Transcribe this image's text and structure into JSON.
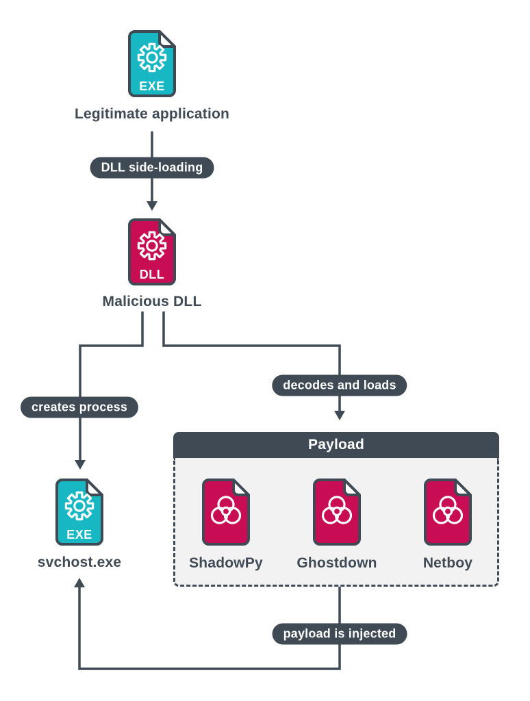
{
  "diagram": {
    "title_semantics": "DLL side-loading attack flow",
    "colors": {
      "slate": "#3F4A54",
      "teal": "#17B8C3",
      "crimson": "#C90D55",
      "payload_body_bg": "#F2F2F2",
      "background": "#FFFFFF",
      "icon_glyph": "#FFFFFF"
    },
    "nodes": {
      "legit_app": {
        "label": "Legitimate application",
        "badge": "EXE",
        "icon": "exe-file-gear-icon"
      },
      "malicious_dll": {
        "label": "Malicious DLL",
        "badge": "DLL",
        "icon": "dll-file-gear-icon"
      },
      "svchost": {
        "label": "svchost.exe",
        "badge": "EXE",
        "icon": "exe-file-gear-icon"
      }
    },
    "edges": {
      "side_loading": {
        "label": "DLL side-loading"
      },
      "creates_process": {
        "label": "creates process"
      },
      "decodes_loads": {
        "label": "decodes and loads"
      },
      "payload_injected": {
        "label": "payload is injected"
      }
    },
    "payload_box": {
      "title": "Payload",
      "items": [
        {
          "label": "ShadowPy",
          "icon": "biohazard-file-icon"
        },
        {
          "label": "Ghostdown",
          "icon": "biohazard-file-icon"
        },
        {
          "label": "Netboy",
          "icon": "biohazard-file-icon"
        }
      ]
    }
  }
}
